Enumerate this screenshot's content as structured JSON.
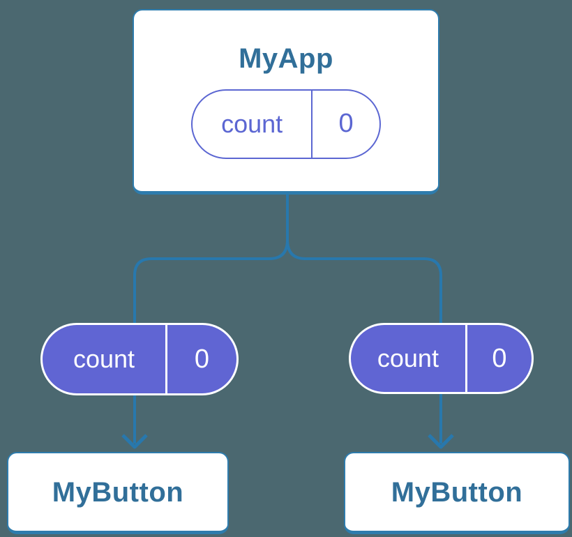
{
  "diagram": {
    "root": {
      "label": "MyApp",
      "state_pill": {
        "name": "count",
        "value": "0"
      }
    },
    "children": [
      {
        "label": "MyButton",
        "prop_pill": {
          "name": "count",
          "value": "0"
        }
      },
      {
        "label": "MyButton",
        "prop_pill": {
          "name": "count",
          "value": "0"
        }
      }
    ]
  },
  "colors": {
    "background": "#4b6870",
    "connector": "#2878ad",
    "card_border": "#2e7cad",
    "card_fill": "#ffffff",
    "card_text": "#316f99",
    "pill_outline": "#5b66d2",
    "pill_fill": "#6065d3",
    "pill_fill_text": "#ffffff"
  }
}
